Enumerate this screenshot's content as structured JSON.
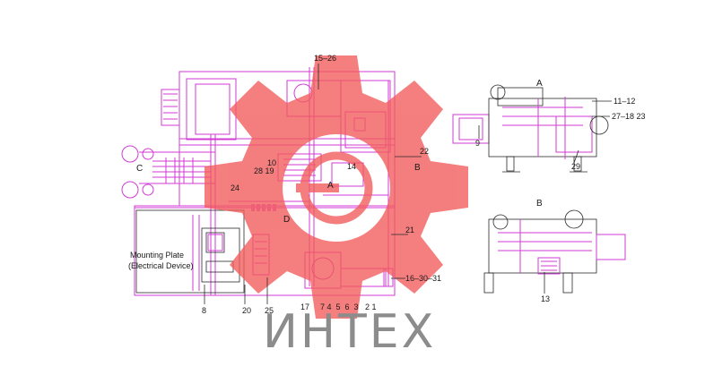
{
  "diagram": {
    "callouts": {
      "c15_26": "15–26",
      "c10": "10",
      "c28_19": "28 19",
      "c24": "24",
      "c14": "14",
      "c22": "22",
      "c21": "21",
      "c16_30_31": "16–30–31",
      "c8": "8",
      "c20": "20",
      "c25": "25",
      "c17": "17",
      "c7_4_5_6_3_2_1": "7 4  5  6  3   2 1",
      "c9": "9",
      "c11_12": "11–12",
      "c27_18_23": "27–18 23",
      "c29": "29",
      "c13": "13"
    },
    "view_letters": {
      "A_main": "A",
      "B_main": "B",
      "C_main": "C",
      "D_main": "D",
      "A_detail": "A",
      "B_detail": "B"
    },
    "mounting_plate": {
      "line1": "Mounting Plate",
      "line2": "(Electrical Device)"
    }
  },
  "watermark": {
    "text": "ИНТЕХ",
    "gear_color": "#f25a5a",
    "text_color": "#8c8c8c"
  },
  "colors": {
    "wiring": "#d23ad6",
    "outline": "#2a2a2a",
    "accent_red": "#e0202a"
  }
}
